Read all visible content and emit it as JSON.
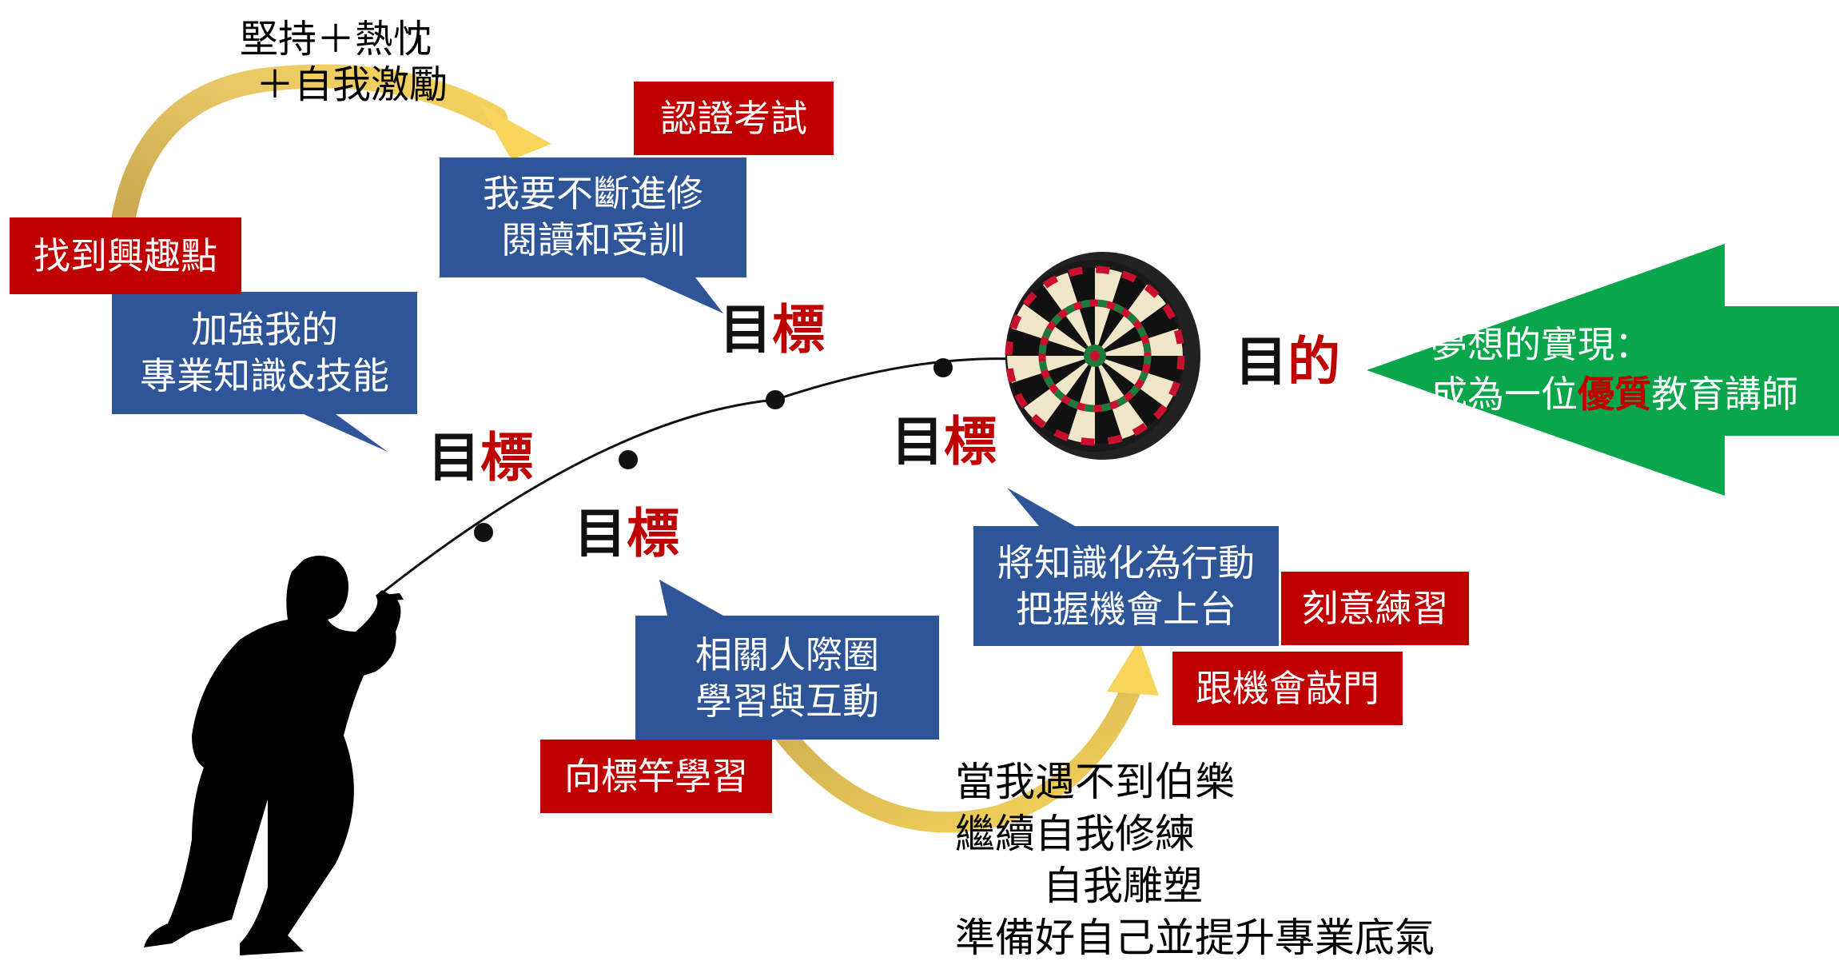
{
  "motivation": {
    "line1": "堅持＋熱忱",
    "line2": "＋自我激勵"
  },
  "tags": {
    "find_interest": "找到興趣點",
    "certification_exam": "認證考試",
    "deliberate_practice": "刻意練習",
    "knock_on_opportunity": "跟機會敲門",
    "learn_from_benchmark": "向標竿學習"
  },
  "callouts": {
    "strengthen": {
      "line1": "加強我的",
      "line2": "專業知識&技能"
    },
    "keep_learning": {
      "line1": "我要不斷進修",
      "line2": "閱讀和受訓"
    },
    "network": {
      "line1": "相關人際圈",
      "line2": "學習與互動"
    },
    "action": {
      "line1": "將知識化為行動",
      "line2": "把握機會上台"
    }
  },
  "goals": {
    "goal_label_black": "目",
    "goal_label_red": "標",
    "purpose_black": "目",
    "purpose_red": "的"
  },
  "dream": {
    "line1": "夢想的實現：",
    "line2_before": "成為一位",
    "line2_highlight": "優質",
    "line2_after": "教育講師"
  },
  "reflection": {
    "line1": "當我遇不到伯樂",
    "line2": "繼續自我修練",
    "line3": "自我雕塑",
    "line4": "準備好自己並提升專業底氣"
  },
  "colors": {
    "callout_blue": "#2e5597",
    "tag_red": "#c00000",
    "arrow_green": "#0aa64b",
    "arc_gold": "#d8b85a"
  }
}
